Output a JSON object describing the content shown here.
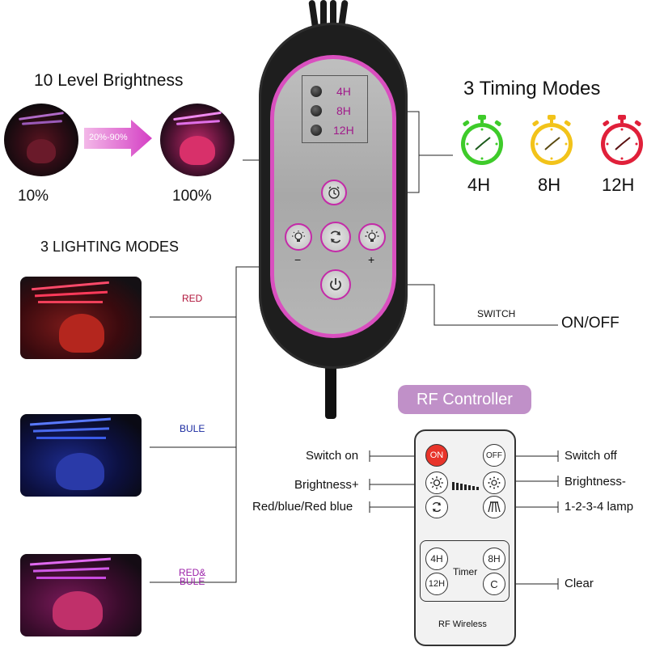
{
  "brightness": {
    "title": "10 Level Brightness",
    "arrow_label": "20%-90%",
    "low_label": "10%",
    "high_label": "100%"
  },
  "timing": {
    "title": "3 Timing Modes",
    "modes": [
      {
        "label": "4H",
        "color": "#3ecb2a"
      },
      {
        "label": "8H",
        "color": "#f2c31a"
      },
      {
        "label": "12H",
        "color": "#e0203a"
      }
    ]
  },
  "lighting": {
    "title": "3 LIGHTING MODES",
    "modes": [
      {
        "label": "RED",
        "color": "#b0143a"
      },
      {
        "label": "BULE",
        "color": "#1a2aa0"
      },
      {
        "label": "RED&\nBULE",
        "color": "#9b1fa8"
      }
    ]
  },
  "controller": {
    "timer_labels": [
      "4H",
      "8H",
      "12H"
    ],
    "minus": "−",
    "plus": "+",
    "switch_label": "SWITCH",
    "onoff_label": "ON/OFF",
    "accent": "#d22bb0"
  },
  "rf": {
    "title": "RF Controller",
    "left_labels": [
      "Switch on",
      "Brightness+",
      "Red/blue/Red blue"
    ],
    "right_labels": [
      "Switch off",
      "Brightness-",
      "1-2-3-4 lamp",
      "Clear"
    ],
    "buttons": {
      "on": "ON",
      "off": "OFF",
      "h4": "4H",
      "h8": "8H",
      "h12": "12H",
      "clear": "C"
    },
    "timer_label": "Timer",
    "footer": "RF Wireless"
  }
}
